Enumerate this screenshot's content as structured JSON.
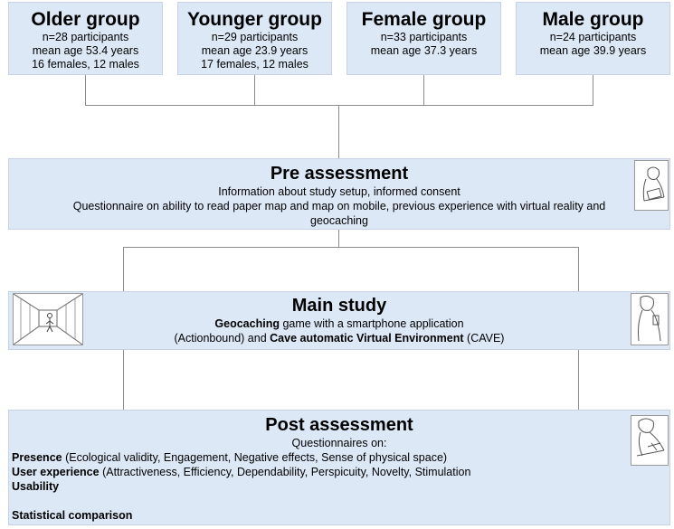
{
  "groups": [
    {
      "title": "Older group",
      "lines": [
        "n=28 participants",
        "mean age 53.4 years",
        "16 females, 12 males"
      ]
    },
    {
      "title": "Younger group",
      "lines": [
        "n=29 participants",
        "mean age 23.9 years",
        "17 females, 12 males"
      ]
    },
    {
      "title": "Female group",
      "lines": [
        "n=33 participants",
        "mean age 37.3 years"
      ]
    },
    {
      "title": "Male group",
      "lines": [
        "n=24 participants",
        "mean age 39.9 years"
      ]
    }
  ],
  "pre": {
    "title": "Pre assessment",
    "line1": "Information about study setup, informed consent",
    "line2": "Questionnaire on ability to read paper map and map on mobile, previous experience with virtual reality and",
    "line3": "geocaching"
  },
  "main": {
    "title": "Main study",
    "l1_bold": "Geocaching",
    "l1_rest": " game with a smartphone application",
    "l2_a": "(Actionbound) and ",
    "l2_bold": "Cave automatic Virtual Environment",
    "l2_c": " (CAVE)"
  },
  "post": {
    "title": "Post assessment",
    "sub": "Questionnaires on:",
    "presence_bold": "Presence",
    "presence_rest": " (Ecological validity, Engagement, Negative effects, Sense of physical space)",
    "ux_bold": "User experience",
    "ux_rest": " (Attractiveness, Efficiency, Dependability, Perspicuity, Novelty, Stimulation",
    "usability": "Usability",
    "statistical": "Statistical comparison"
  },
  "illustrations": [
    "person-with-tablet-sketch",
    "cave-corridor-sketch",
    "person-with-phone-sketch",
    "person-writing-sketch"
  ]
}
